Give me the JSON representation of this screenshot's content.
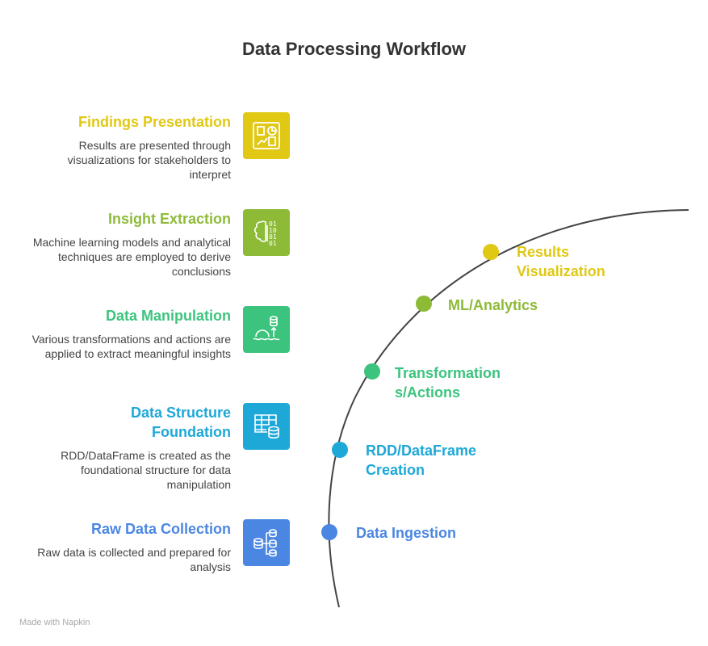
{
  "title": "Data Processing Workflow",
  "colors": {
    "yellow": "#E0C814",
    "olive": "#8DBB38",
    "green": "#3CC47E",
    "cyan": "#1DA8D8",
    "blue": "#4B87E2"
  },
  "steps": [
    {
      "title": "Findings Presentation",
      "desc": "Results are presented through visualizations for stakeholders to interpret",
      "icon": "dashboard-icon",
      "stage": "Results Visualization"
    },
    {
      "title": "Insight Extraction",
      "desc": "Machine learning models and analytical techniques are employed to derive conclusions",
      "icon": "brain-binary-icon",
      "stage": "ML/Analytics"
    },
    {
      "title": "Data Manipulation",
      "desc": "Various transformations and actions are applied to extract meaningful insights",
      "icon": "gear-database-icon",
      "stage": "Transformation s/Actions"
    },
    {
      "title": "Data Structure Foundation",
      "desc": "RDD/DataFrame is created as the foundational structure for data manipulation",
      "icon": "table-database-icon",
      "stage": "RDD/DataFrame Creation"
    },
    {
      "title": "Raw Data Collection",
      "desc": "Raw data is collected and prepared for analysis",
      "icon": "database-tree-icon",
      "stage": "Data Ingestion"
    }
  ],
  "footer": "Made with Napkin"
}
